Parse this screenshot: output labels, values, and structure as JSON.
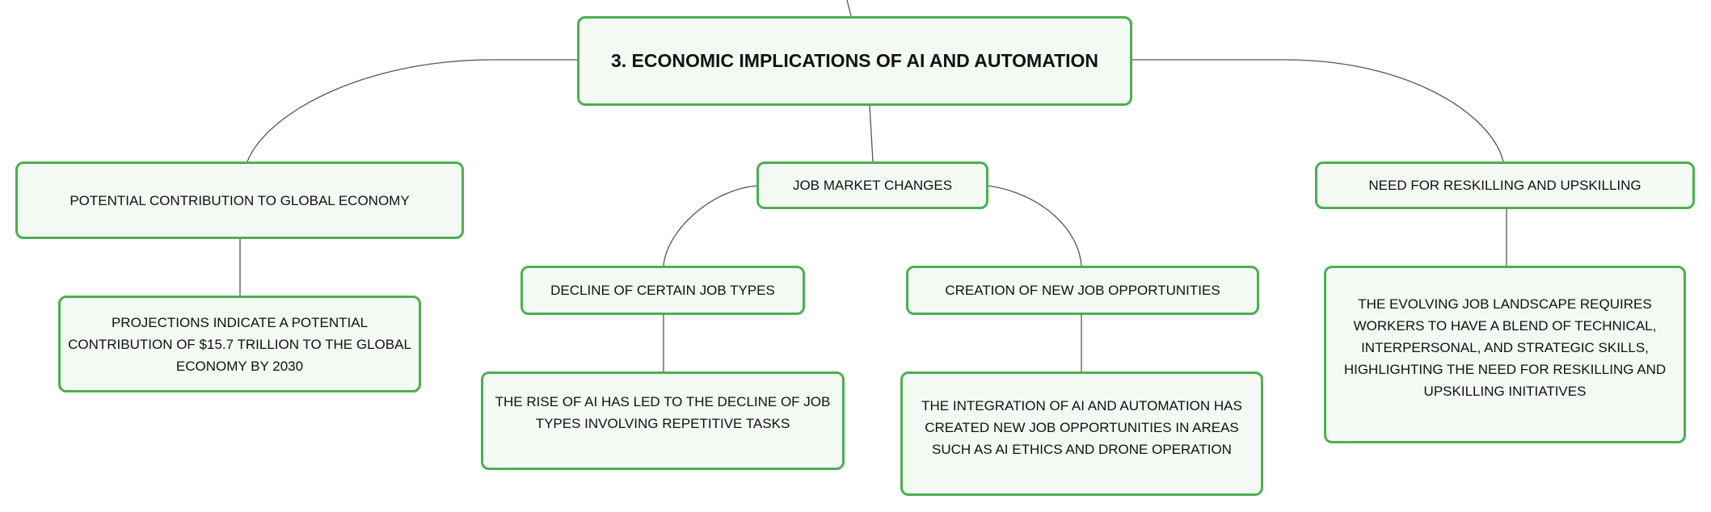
{
  "root": {
    "label": "3. ECONOMIC IMPLICATIONS OF AI AND AUTOMATION"
  },
  "branches": [
    {
      "label": "POTENTIAL CONTRIBUTION TO GLOBAL ECONOMY",
      "detail": "PROJECTIONS INDICATE A POTENTIAL CONTRIBUTION OF $15.7 TRILLION TO THE GLOBAL ECONOMY BY 2030"
    },
    {
      "label": "JOB MARKET CHANGES",
      "children": [
        {
          "label": "DECLINE OF CERTAIN JOB TYPES",
          "detail": "THE RISE OF AI HAS LED TO THE DECLINE OF JOB TYPES INVOLVING REPETITIVE TASKS"
        },
        {
          "label": "CREATION OF NEW JOB OPPORTUNITIES",
          "detail": "THE INTEGRATION OF AI AND AUTOMATION HAS CREATED NEW JOB OPPORTUNITIES IN AREAS SUCH AS AI ETHICS AND DRONE OPERATION"
        }
      ]
    },
    {
      "label": "NEED FOR RESKILLING AND UPSKILLING",
      "detail": "THE EVOLVING JOB LANDSCAPE REQUIRES WORKERS TO HAVE A BLEND OF TECHNICAL, INTERPERSONAL, AND STRATEGIC SKILLS, HIGHLIGHTING THE NEED FOR RESKILLING AND UPSKILLING INITIATIVES"
    }
  ],
  "colors": {
    "border": "#4caf50",
    "fill": "#f3faf4",
    "line": "#555555"
  }
}
